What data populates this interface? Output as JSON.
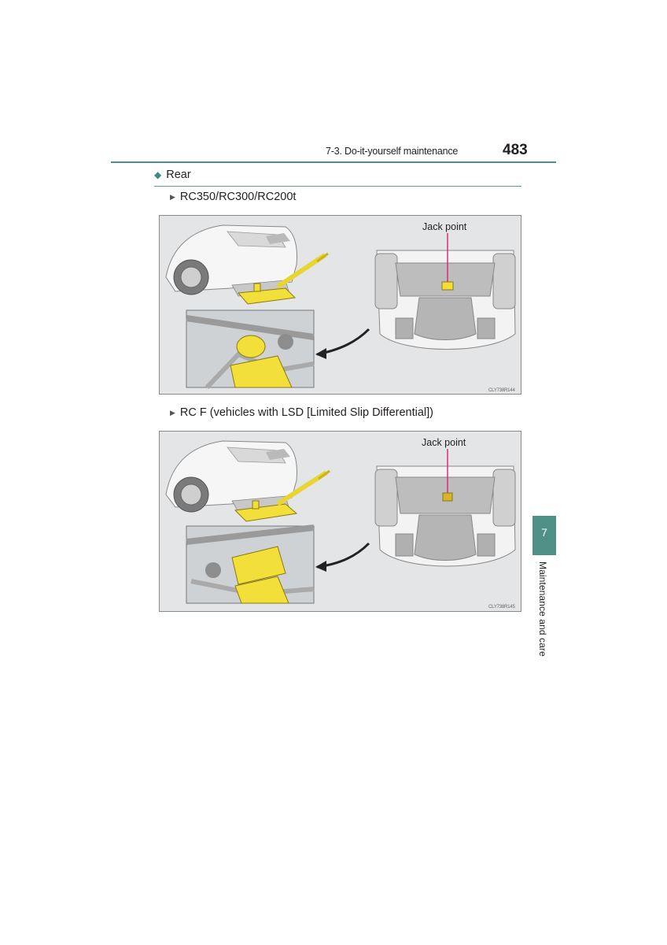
{
  "header": {
    "title": "7-3. Do-it-yourself maintenance",
    "page_number": "483"
  },
  "section": {
    "title": "Rear"
  },
  "subsections": [
    {
      "label": "RC350/RC300/RC200t",
      "figure": {
        "callout": "Jack point",
        "code": "CLY738R144"
      }
    },
    {
      "label": "RC F (vehicles with LSD [Limited Slip Differential])",
      "figure": {
        "callout": "Jack point",
        "code": "CLY738R145"
      }
    }
  ],
  "side_tab": {
    "chapter": "7",
    "chapter_title": "Maintenance and care"
  },
  "colors": {
    "accent": "#4e8f86",
    "jack": "#f2df3a",
    "figure_bg": "#e3e5e7"
  }
}
